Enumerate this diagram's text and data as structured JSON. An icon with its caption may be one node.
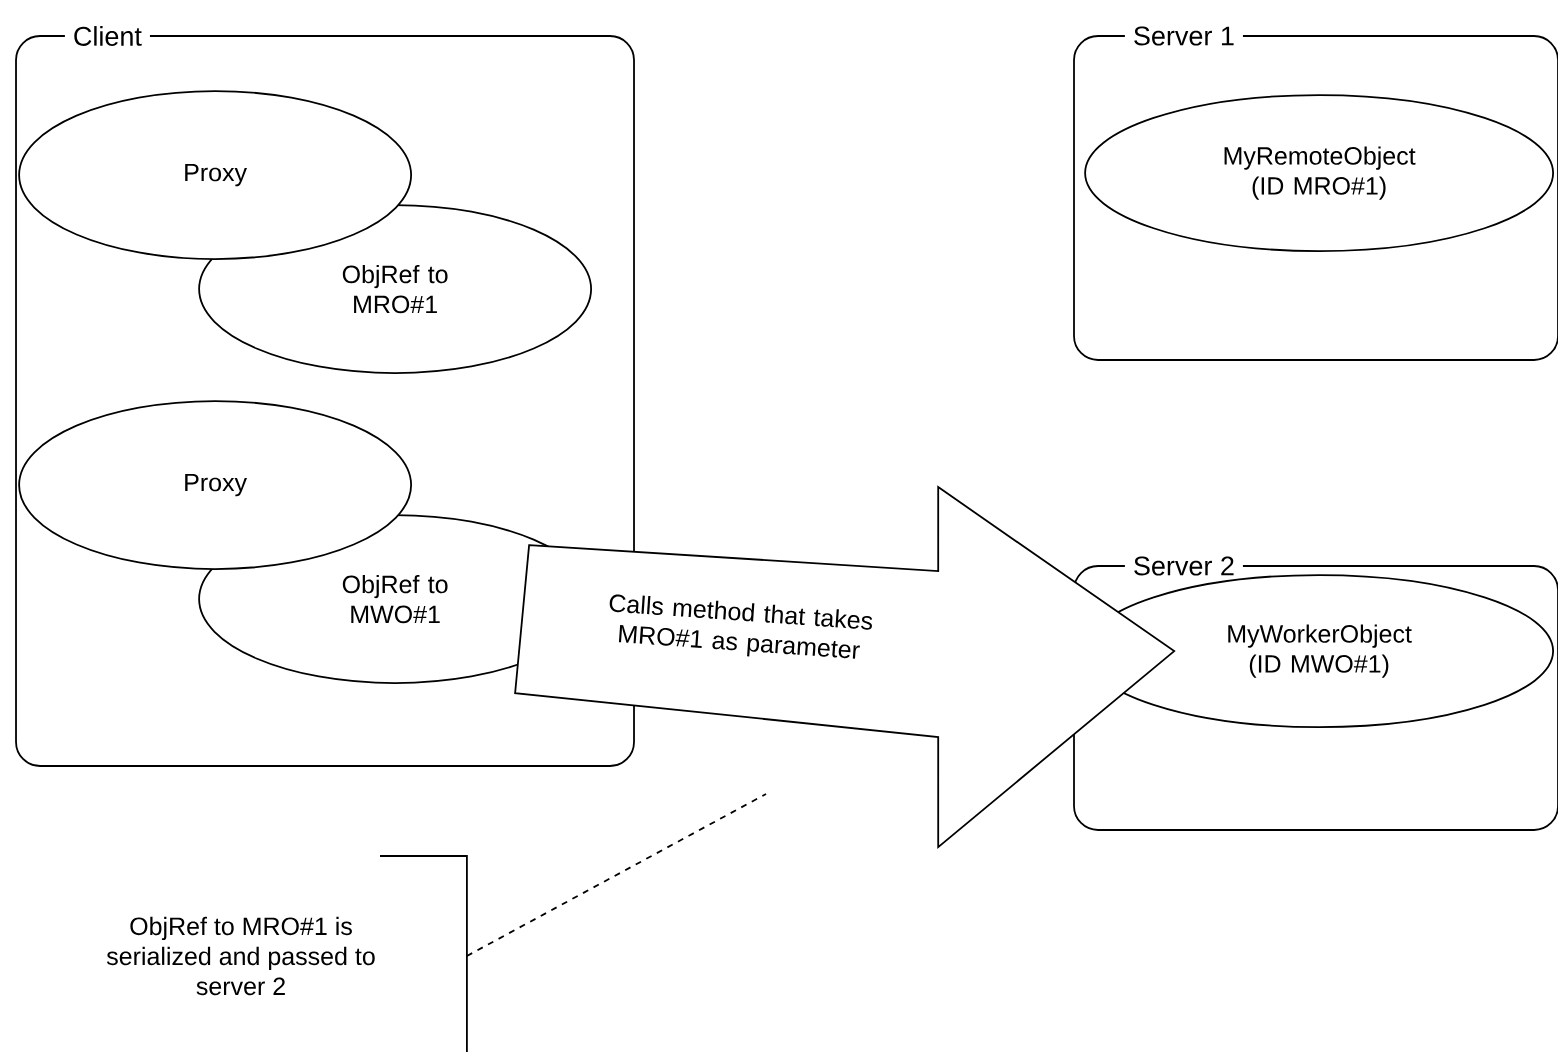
{
  "diagram": {
    "nodes": [
      {
        "text": [
          "Client"
        ]
      },
      {
        "text": [
          "Proxy"
        ],
        "in": 0
      },
      {
        "text": [
          "ObjRef to MRO#1"
        ],
        "in": 0
      },
      {
        "text": [
          "Proxy"
        ],
        "in": 0
      },
      {
        "text": [
          "ObjRef to MWO#1"
        ],
        "in": 0
      },
      {
        "text": [
          "Server 1"
        ]
      },
      {
        "text": [
          "MyRemoteObject (ID MRO#1)"
        ],
        "in": 5
      },
      {
        "text": [
          "Server 2"
        ]
      },
      {
        "text": [
          "MyWorkerObject (ID MWO#1)"
        ],
        "in": 7
      },
      {
        "text": [
          "ObjRef to MRO#1 is serialized and passed to server 2"
        ]
      }
    ],
    "edges": [
      {
        "from": 4,
        "to": 8,
        "arrow": "to",
        "label": "Calls method that takes MRO#1 as parameter"
      },
      {
        "from": 9,
        "to": null,
        "arrow": "none",
        "style": "dashed"
      }
    ]
  }
}
